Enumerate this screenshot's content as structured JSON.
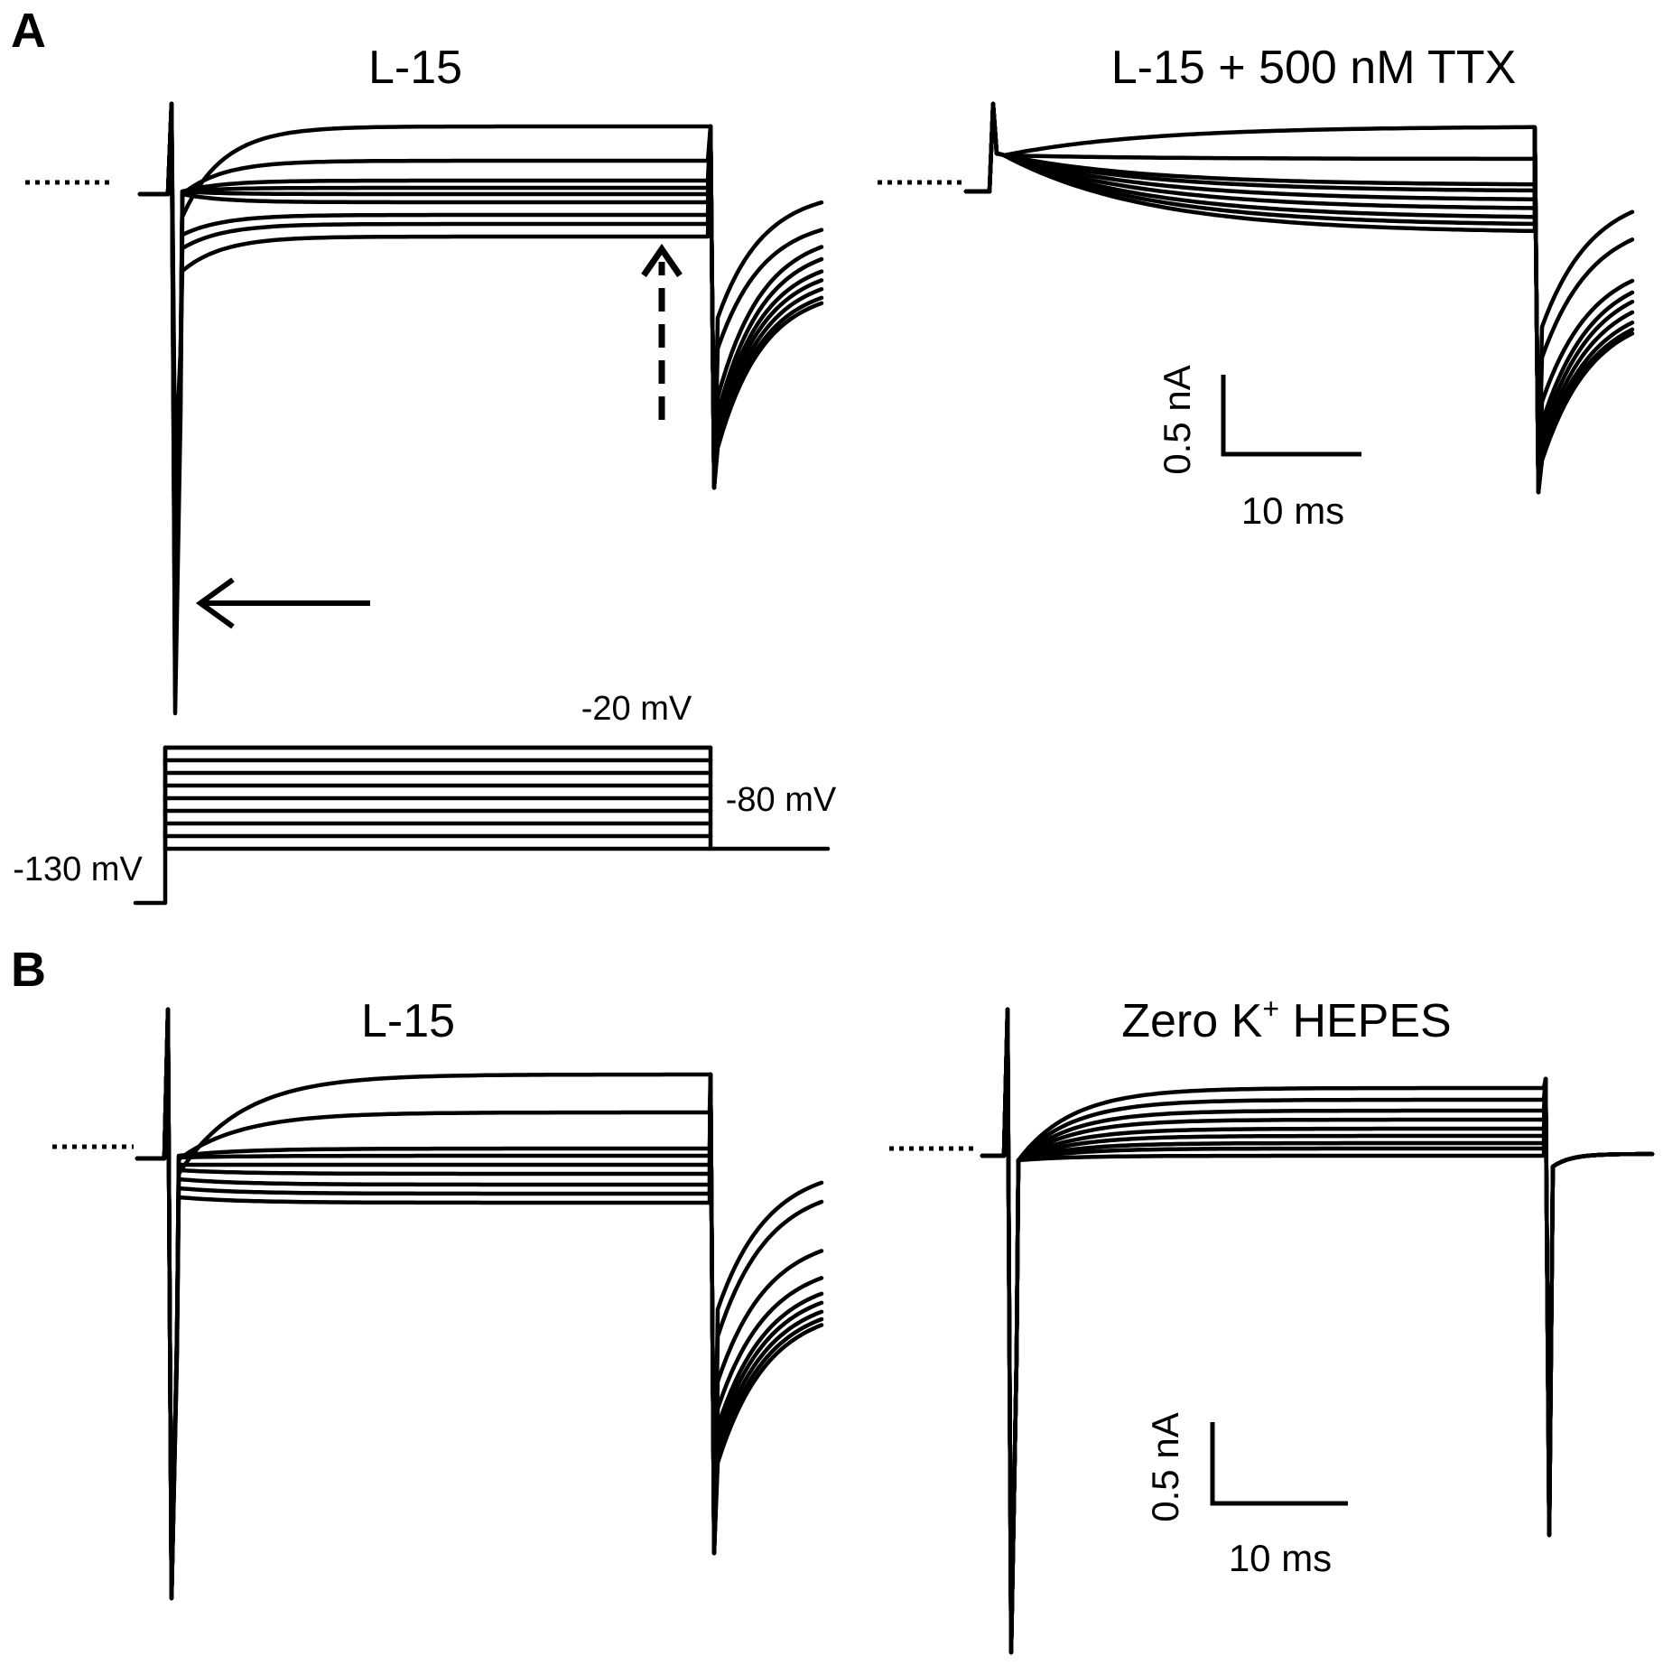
{
  "panels": {
    "a": {
      "letter": "A",
      "left_condition": "L-15",
      "right_condition": "L-15 + 500 nM TTX",
      "voltage_protocol": {
        "step_label": "-20 mV",
        "return_label": "-80 mV",
        "hold_label": "-130 mV",
        "step_count": 9
      },
      "scale_bar": {
        "current": "0.5 nA",
        "time": "10 ms"
      }
    },
    "b": {
      "letter": "B",
      "left_condition": "L-15",
      "right_condition_main": "Zero K",
      "right_condition_sup": "+",
      "right_condition_tail": " HEPES",
      "scale_bar": {
        "current": "0.5 nA",
        "time": "10 ms"
      }
    }
  },
  "colors": {
    "trace": "#000000",
    "background": "#ffffff"
  }
}
